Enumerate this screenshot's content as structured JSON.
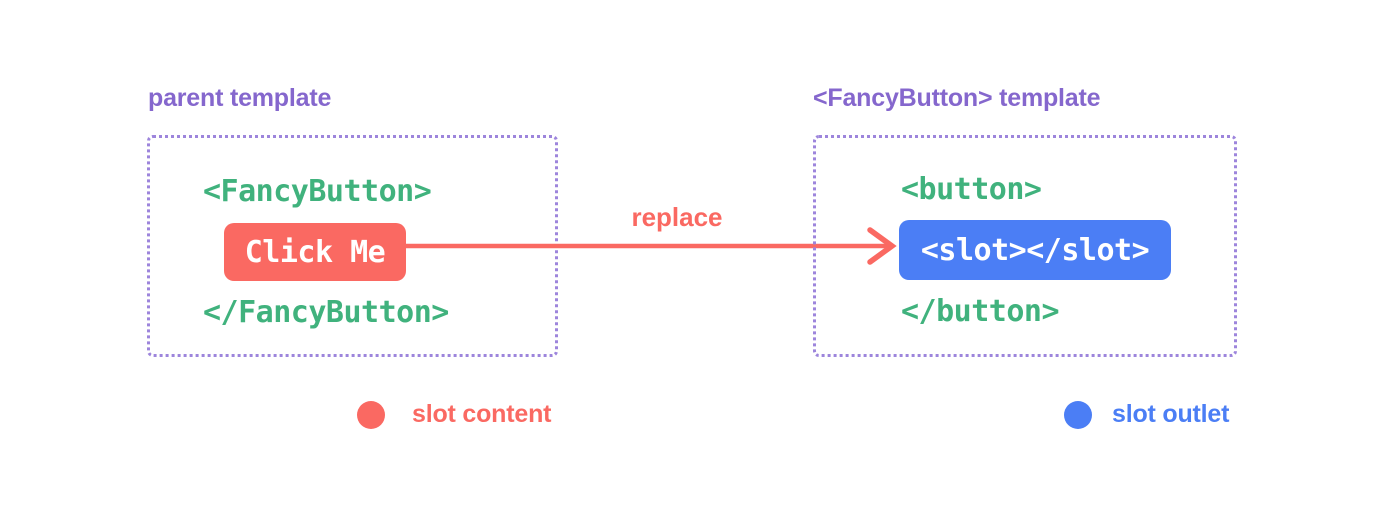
{
  "palette": {
    "slot_red": "#fa6962",
    "slot_blue": "#4b7ef5",
    "code_green": "#40b27d",
    "label_purple": "#8567cd",
    "border_purple": "#9d85dc",
    "background": "#ffffff"
  },
  "left_panel": {
    "title": "parent template",
    "code_open": "<FancyButton>",
    "button_label": "Click Me",
    "code_close": "</FancyButton>"
  },
  "arrow": {
    "label": "replace"
  },
  "right_panel": {
    "title": "<FancyButton> template",
    "code_open": "<button>",
    "slot_label": "<slot></slot>",
    "code_close": "</button>"
  },
  "legend": {
    "items": [
      {
        "label": "slot content",
        "color": "#fa6962"
      },
      {
        "label": "slot outlet",
        "color": "#4b7ef5"
      }
    ]
  }
}
